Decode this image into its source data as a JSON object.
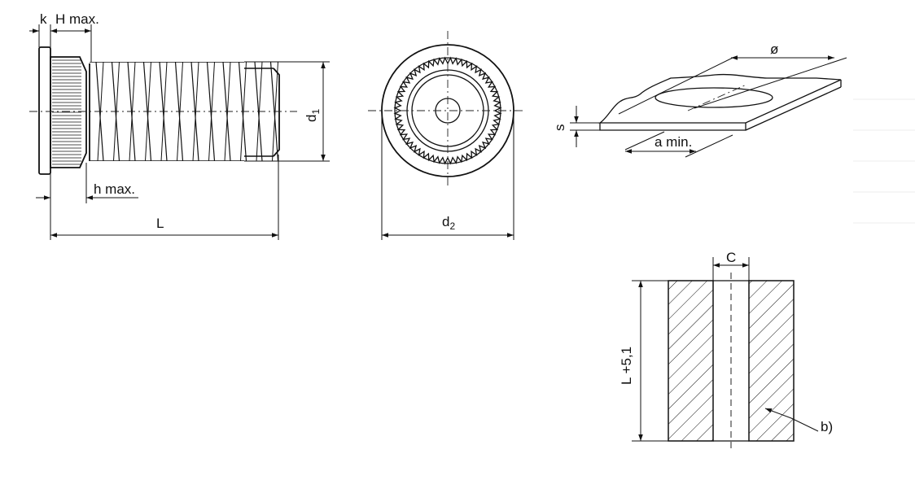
{
  "labels": {
    "k": "k",
    "h_upper": "H max.",
    "h_lower": "h max.",
    "length": "L",
    "d1_base": "d",
    "d1_sub": "1",
    "d2_base": "d",
    "d2_sub": "2",
    "diameter": "ø",
    "thickness": "s",
    "a_min": "a min.",
    "c": "C",
    "hole_depth": "L +5,1",
    "b": "b)"
  }
}
